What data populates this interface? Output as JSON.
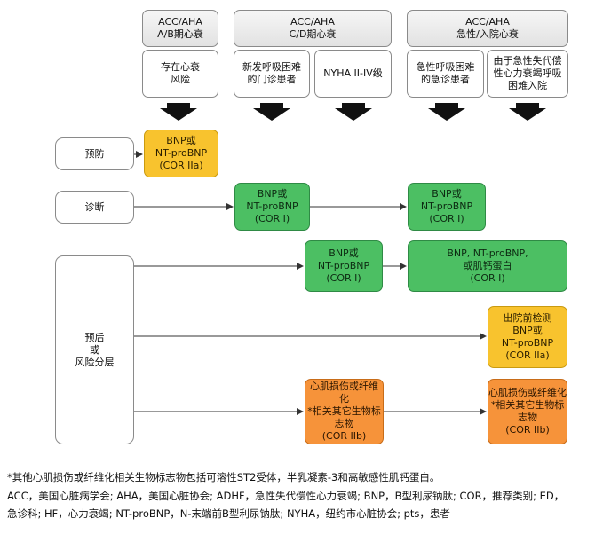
{
  "headers": {
    "ab": "ACC/AHA\nA/B期心衰",
    "cd": "ACC/AHA\nC/D期心衰",
    "acute": "ACC/AHA\n急性/入院心衰"
  },
  "subheaders": {
    "ab_risk": "存在心衰\n风险",
    "cd_new": "新发呼吸困难\n的门诊患者",
    "cd_nyha": "NYHA II-IV级",
    "acute_er": "急性呼吸困难\n的急诊患者",
    "acute_admit": "由于急性失代偿\n性心力衰竭呼吸\n困难入院"
  },
  "rows": {
    "prevention": "预防",
    "diagnosis": "诊断",
    "prognosis": "预后\n或\n风险分层"
  },
  "boxes": {
    "prev_bnp": "BNP或\nNT-proBNP\n(COR IIa)",
    "diag_cd": "BNP或\nNT-proBNP\n(COR I)",
    "diag_acute": "BNP或\nNT-proBNP\n(COR I)",
    "prog_cd": "BNP或\nNT-proBNP\n(COR I)",
    "prog_acute": "BNP, NT-proBNP,\n或肌钙蛋白\n(COR I)",
    "prog_discharge": "出院前检测\nBNP或\nNT-proBNP\n(COR IIa)",
    "prog_injury_cd": "心肌损伤或纤维化\n*相关其它生物标\n志物\n(COR IIb)",
    "prog_injury_acute": "心肌损伤或纤维化\n*相关其它生物标\n志物\n(COR IIb)"
  },
  "footnote": {
    "line1": "*其他心肌损伤或纤维化相关生物标志物包括可溶性ST2受体，半乳凝素-3和高敏感性肌钙蛋白。",
    "line2": "ACC，美国心脏病学会; AHA，美国心脏协会; ADHF，急性失代偿性心力衰竭; BNP，B型利尿钠肽; COR，推荐类别; ED，",
    "line3": "急诊科; HF，心力衰竭; NT-proBNP，N-末端前B型利尿钠肽; NYHA，纽约市心脏协会; pts，患者"
  },
  "colors": {
    "green": "#4cbf63",
    "yellow": "#f8c32e",
    "orange": "#f6933a"
  }
}
